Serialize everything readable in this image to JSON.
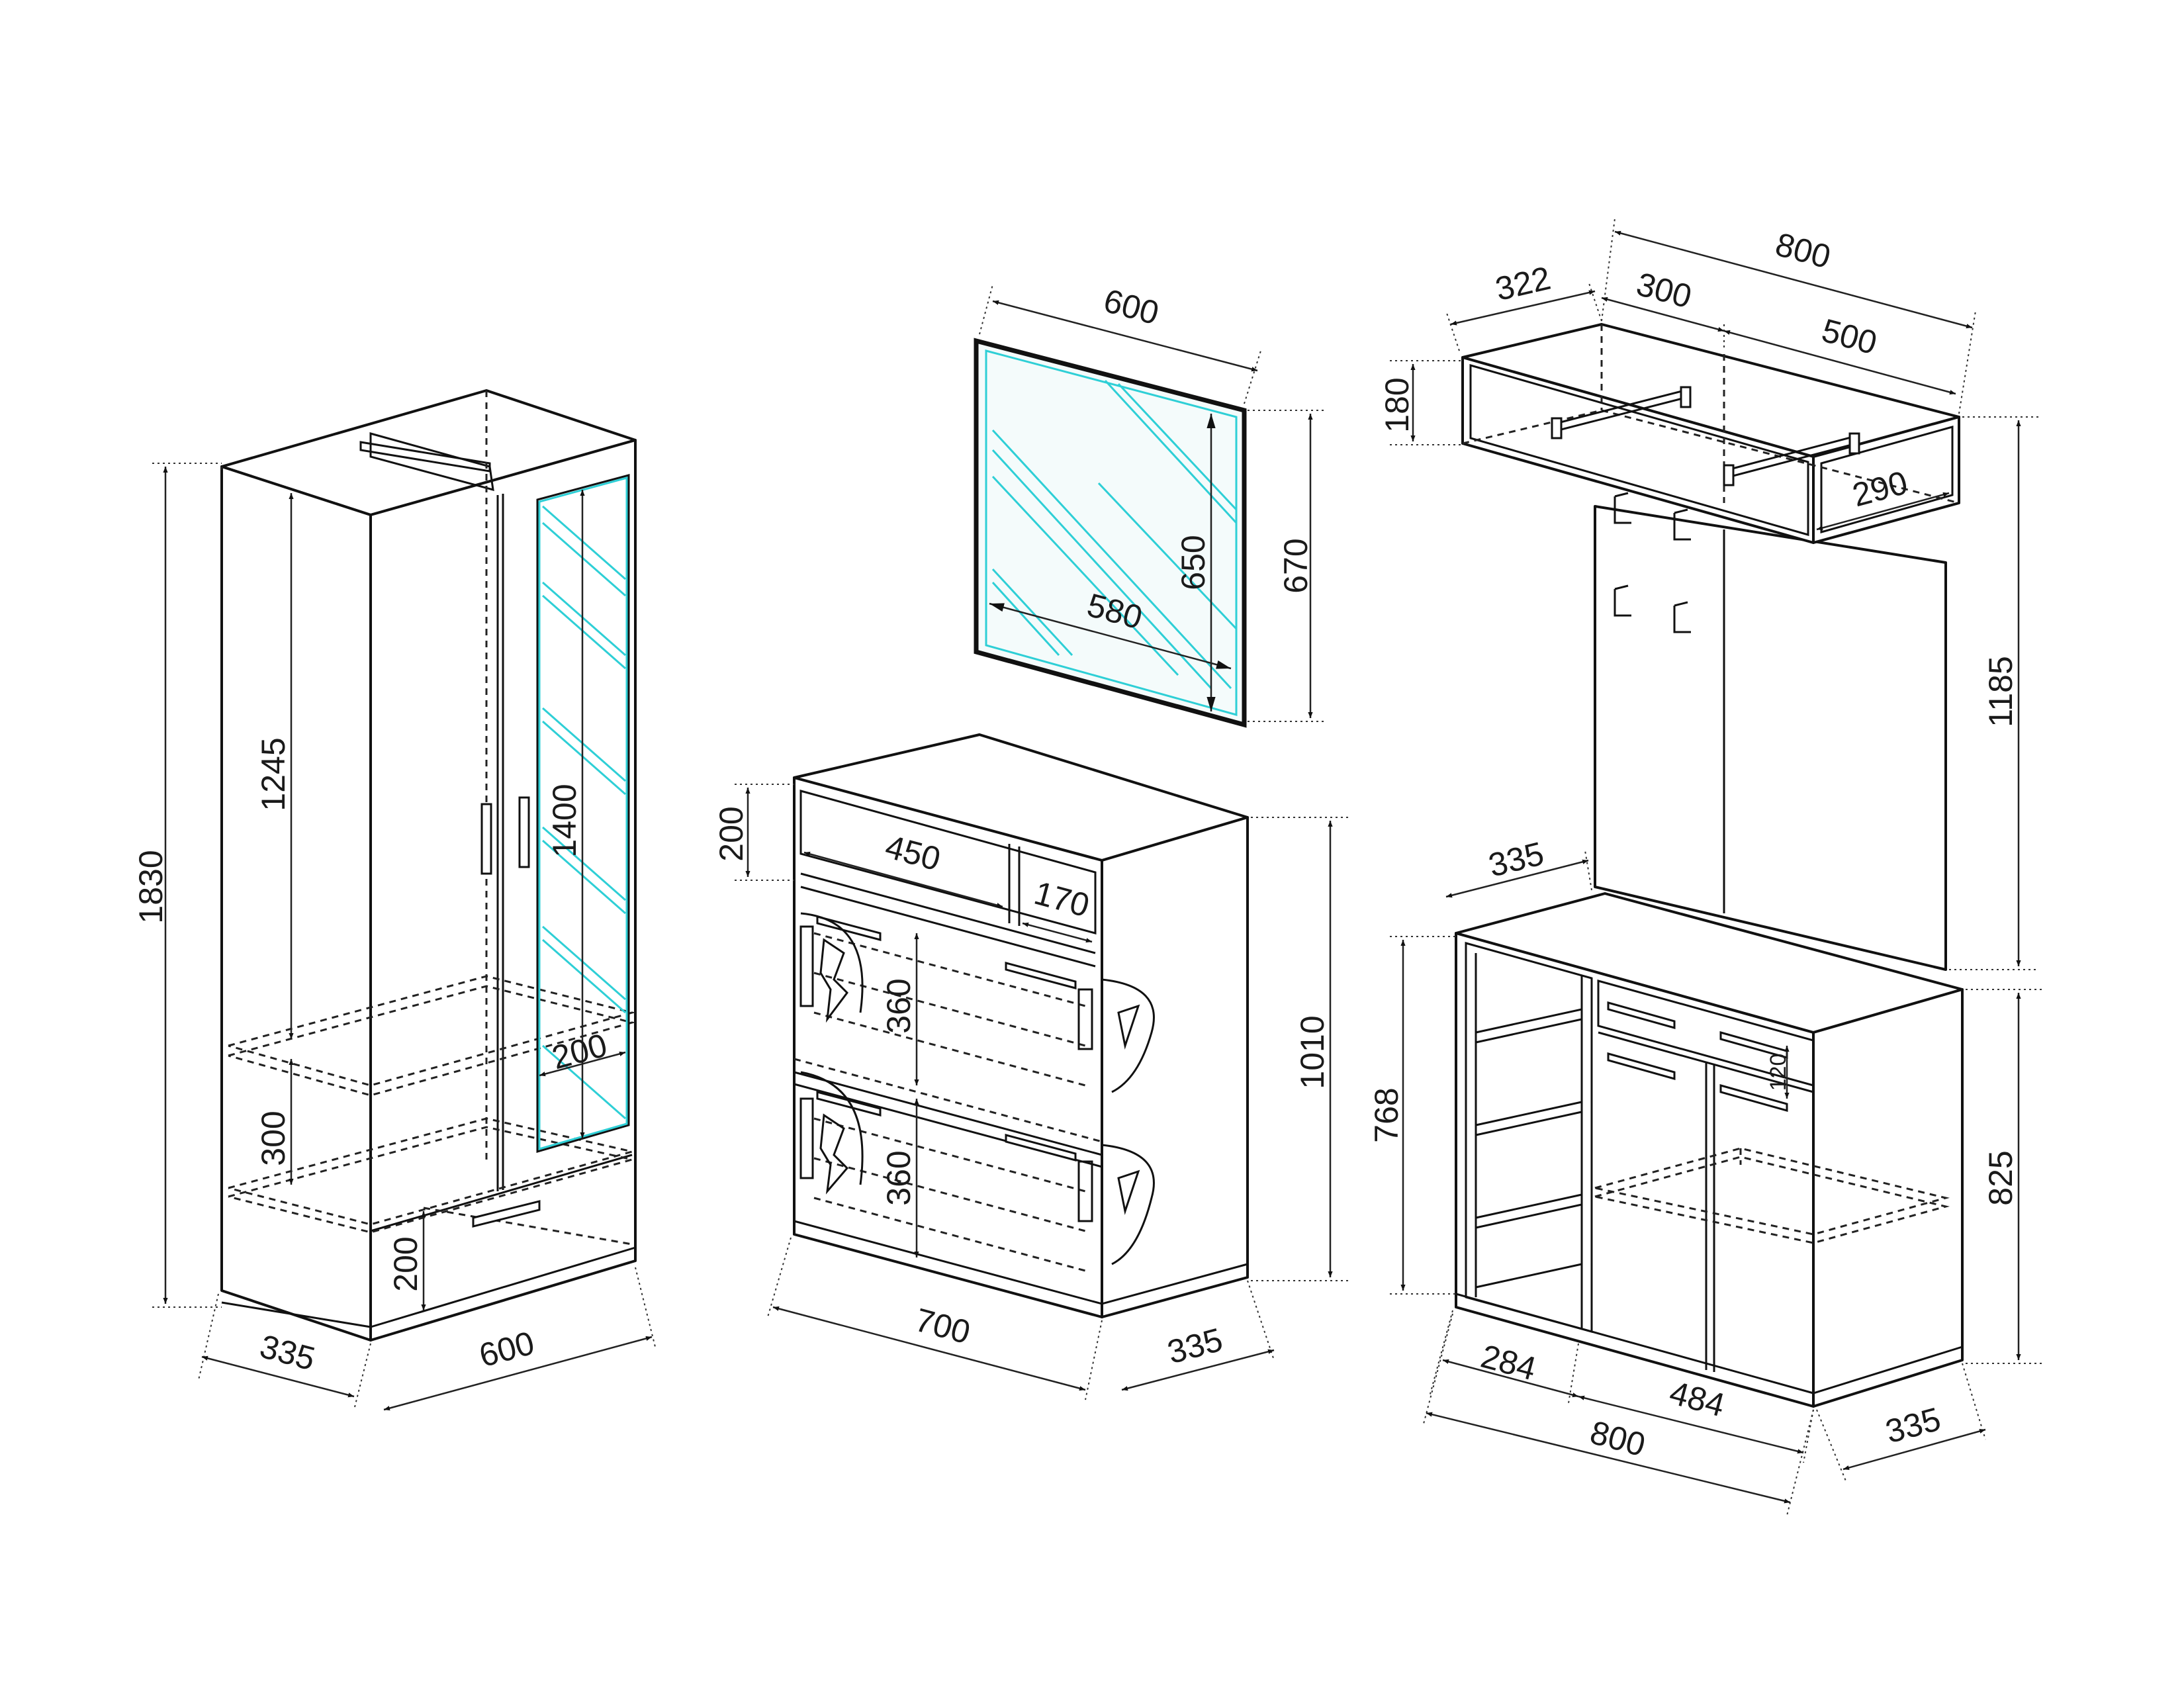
{
  "units": "mm",
  "wardrobe": {
    "height": "1830",
    "upper_opening": "1245",
    "shelf_gap": "300",
    "drawer_height": "200",
    "mirror_height": "1400",
    "mirror_width": "200",
    "depth": "335",
    "width": "600"
  },
  "mirror": {
    "width": "600",
    "height": "670",
    "glass_height": "650",
    "glass_width": "580"
  },
  "shoe_cabinet": {
    "top_shelf_height": "200",
    "niche_width": "450",
    "small_niche_width": "170",
    "flap_upper": "360",
    "flap_lower": "360",
    "height": "1010",
    "width": "700",
    "depth": "335"
  },
  "hall_stand": {
    "shelf_depth": "322",
    "width": "800",
    "left_section": "300",
    "right_section": "500",
    "shelf_height": "180",
    "inner_depth": "290",
    "panel_height": "1185",
    "panel_depth": "335"
  },
  "sideboard": {
    "open_height": "768",
    "height": "825",
    "drawer_height": "120",
    "open_section": "284",
    "door_section": "484",
    "width": "800",
    "depth": "335"
  },
  "colors": {
    "line": "#111111",
    "glass": "#2ecfd6"
  }
}
